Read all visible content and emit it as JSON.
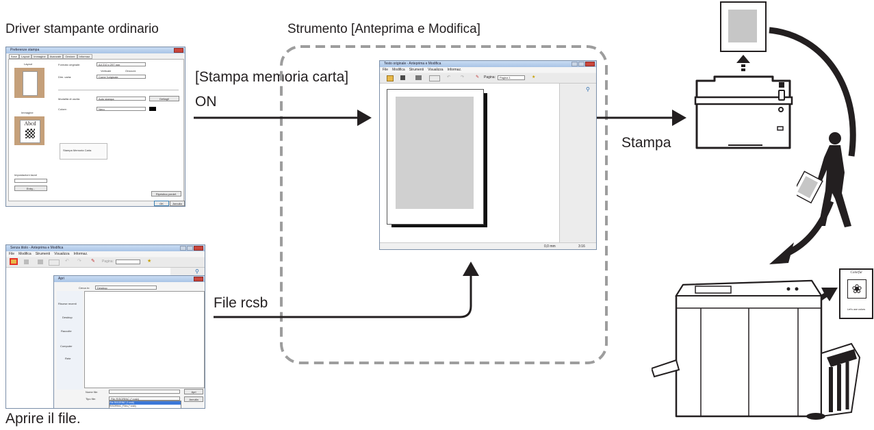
{
  "labels": {
    "driver_title": "Driver stampante ordinario",
    "tool_title": "Strumento [Anteprima e Modifica]",
    "stampa_memoria": "[Stampa memoria carta]",
    "on": "ON",
    "stampa": "Stampa",
    "file_rcsb": "File rcsb",
    "aprire": "Aprire il file."
  },
  "driver_window": {
    "title": "Preferenze stampa",
    "tabs": [
      "Base",
      "Layout",
      "Immagine",
      "Avanzate",
      "Gestore",
      "Informaz."
    ],
    "layout_label": "Layout",
    "image_label": "Immagine",
    "formato_label": "Formato originale:",
    "formato_value": "A4 210 x 297 mm",
    "orient_v": "Verticale",
    "orient_o": "Orizzont.",
    "carta_label": "Dim. carta:",
    "carta_value": "Come l'originale",
    "modalita_label": "Modalità di uscita:",
    "modalita_value": "Auto stampa",
    "dettagli": "Dettagli",
    "colore_label": "Colore:",
    "colore_value": "Nero",
    "checkbox_label": "Stampa Memoria Carta",
    "impostazioni_label": "Impostazioni lavori",
    "entry_btn": "Entry...",
    "ripristina_btn": "Ripristina predef.",
    "ok": "OK",
    "annulla": "Annulla",
    "sample_text": "Abcd"
  },
  "preview_window": {
    "title": "Testo originale - Anteprima e Modifica",
    "menu": [
      "File",
      "Modifica",
      "Strumenti",
      "Visualizza",
      "Informaz."
    ],
    "pagina_label": "Pagina:",
    "pagina_value": "Pagina 1",
    "status_mm": "0,0 mm",
    "status_zoom": "3:16"
  },
  "open_window": {
    "title": "Senza titolo - Anteprima e Modifica",
    "menu": [
      "File",
      "Modifica",
      "Strumenti",
      "Visualizza",
      "Informaz."
    ],
    "pagina_label": "Pagina:",
    "dialog": {
      "title": "Apri",
      "cerca_label": "Cerca in:",
      "cerca_value": "Desktop",
      "places": [
        "Risorse recenti",
        "Desktop",
        "Raccolte",
        "Computer",
        "Rete"
      ],
      "nome_label": "Nome file:",
      "tipo_label": "Tipo file:",
      "tipo_value": "File RISORINC (*.rcsb)",
      "tipo_options": [
        "File RISORINC (*.rcsb)",
        "RISORINC_Files (*.rcsb)"
      ],
      "apri": "Apri",
      "annulla": "Annulla"
    }
  },
  "flyer": {
    "top": "Colorful",
    "bottom": "Let's use colors"
  },
  "colors": {
    "arrow": "#231f20",
    "dash": "#9d9d9d",
    "highlight": "#e53228"
  }
}
